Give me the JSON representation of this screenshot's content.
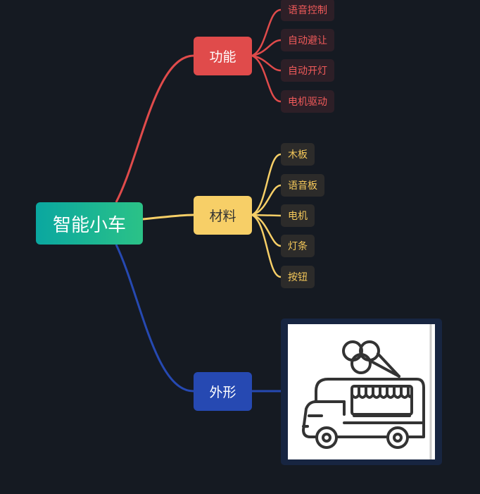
{
  "root": {
    "label": "智能小车",
    "color": "#17b191"
  },
  "branches": [
    {
      "label": "功能",
      "color": "#e04b4b",
      "text_color": "#ffffff",
      "children_text_color": "#f05a5a",
      "children": [
        "语音控制",
        "自动避让",
        "自动开灯",
        "电机驱动"
      ]
    },
    {
      "label": "材料",
      "color": "#f7cf67",
      "text_color": "#333333",
      "children_text_color": "#f5c85a",
      "children": [
        "木板",
        "语音板",
        "电机",
        "灯条",
        "按钮"
      ]
    },
    {
      "label": "外形",
      "color": "#2649b2",
      "text_color": "#ffffff",
      "image": {
        "icon": "food-truck-icon"
      }
    }
  ]
}
